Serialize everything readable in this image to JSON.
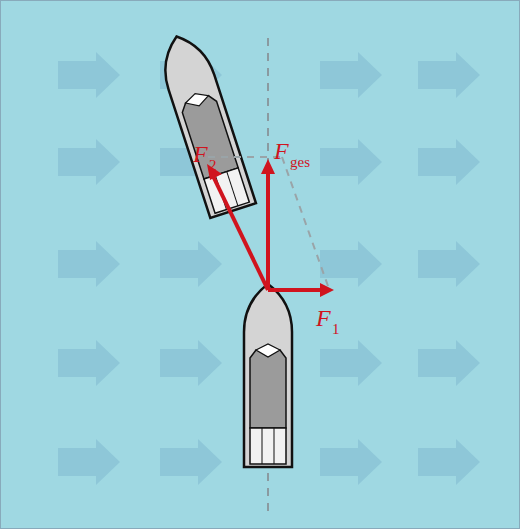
{
  "diagram": {
    "labels": [
      "F⃗",
      "2",
      "F⃗",
      "ges",
      "F⃗",
      "1"
    ]
  }
}
